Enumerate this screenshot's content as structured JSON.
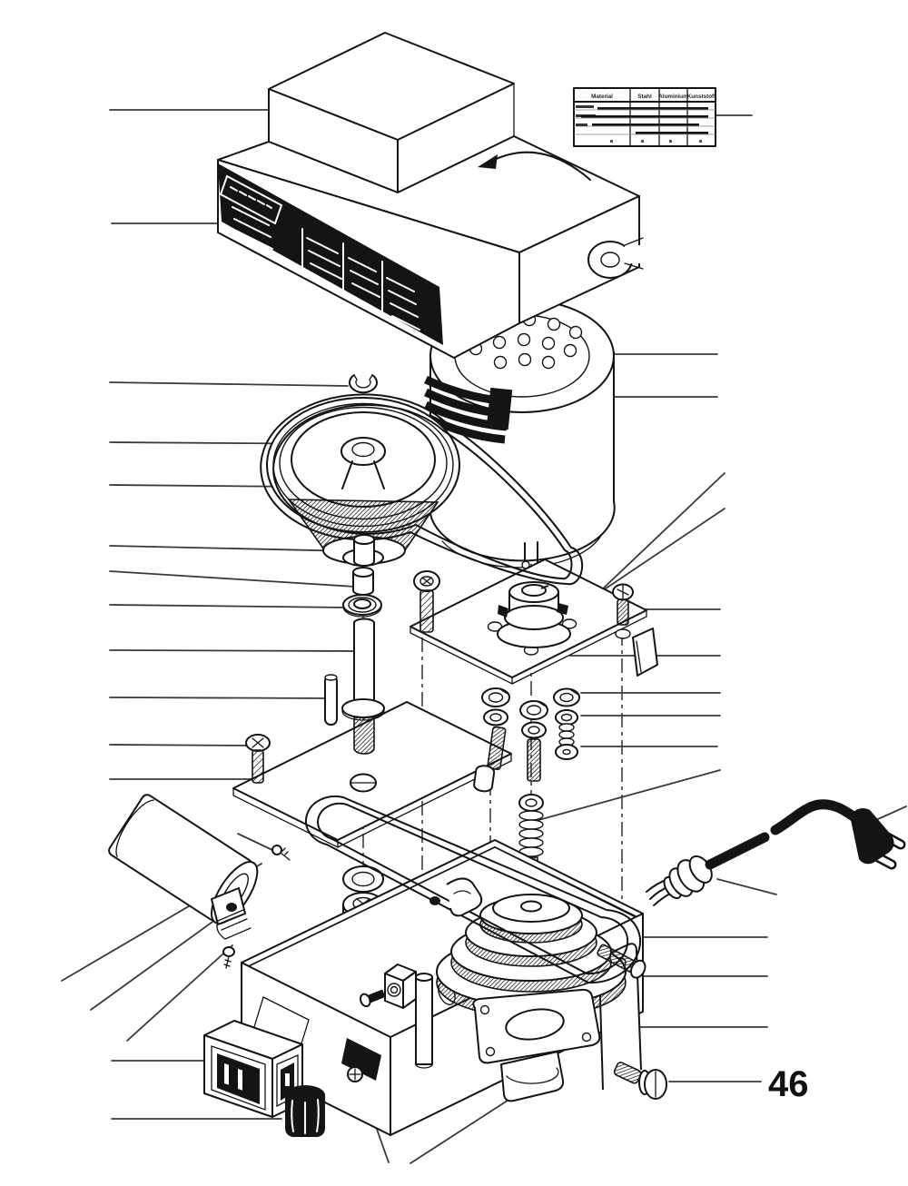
{
  "page": {
    "background": "#ffffff"
  },
  "diagram": {
    "kind": "exploded-view parts diagram",
    "ink_color": "#141414",
    "leader_color": "#3a3a3a",
    "callout": {
      "number": "46"
    },
    "spec_table": {
      "headers": [
        "Material",
        "Stahl",
        "Aluminium",
        "Kunststoff"
      ]
    },
    "parts": [
      "cover",
      "nameplate-label",
      "spec-table",
      "rotation-arrow",
      "motor",
      "motor-windings",
      "retaining-ring",
      "upper-pulley",
      "drive-belt-upper",
      "spacer-bushings",
      "thrust-washer",
      "spindle-shaft",
      "dowel-pin",
      "slotted-nut",
      "motor-mount-plate",
      "small-drive-pulley",
      "cap-screw",
      "angle-bracket",
      "base-plate",
      "pan-head-screw",
      "spring-washer",
      "flat-washer",
      "tension-screws",
      "spring-screw",
      "washer",
      "hex-nut",
      "capacitor",
      "capacitor-clamp",
      "micro-switch",
      "standoff-post",
      "base-housing",
      "drive-belt-lower",
      "stepped-pulley-lower",
      "bearing-bracket",
      "power-inlet-socket",
      "rubber-knob",
      "power-cord",
      "strain-relief-grommet",
      "mains-plug",
      "foot-screw"
    ]
  }
}
